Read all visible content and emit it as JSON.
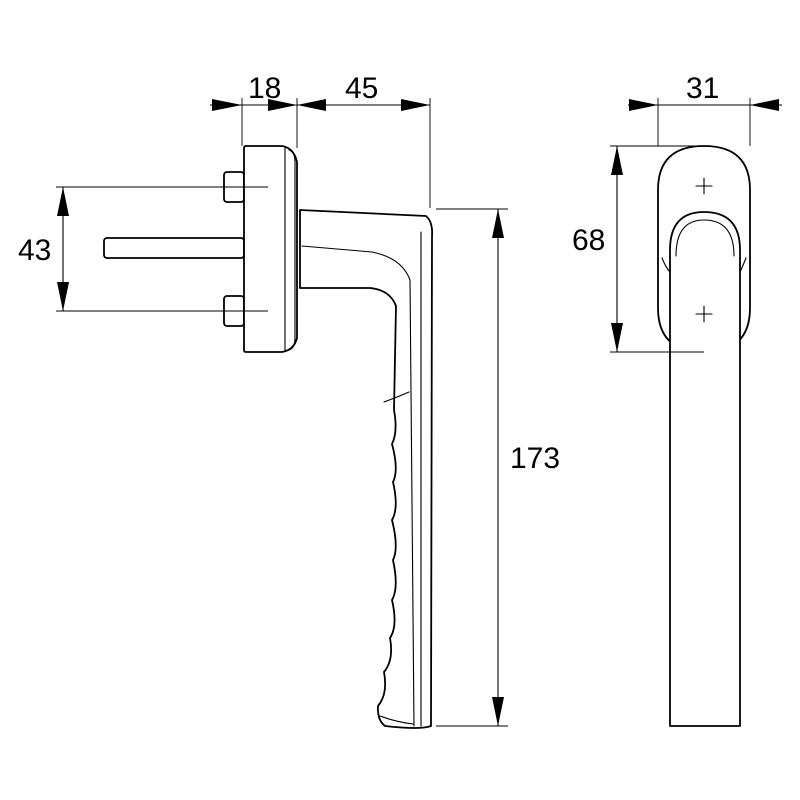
{
  "dimensions": {
    "rose_depth": "18",
    "lever_offset": "45",
    "rose_width": "31",
    "screw_spacing": "43",
    "rose_height": "68",
    "handle_length": "173"
  },
  "colors": {
    "line": "#000000",
    "background": "#ffffff"
  }
}
